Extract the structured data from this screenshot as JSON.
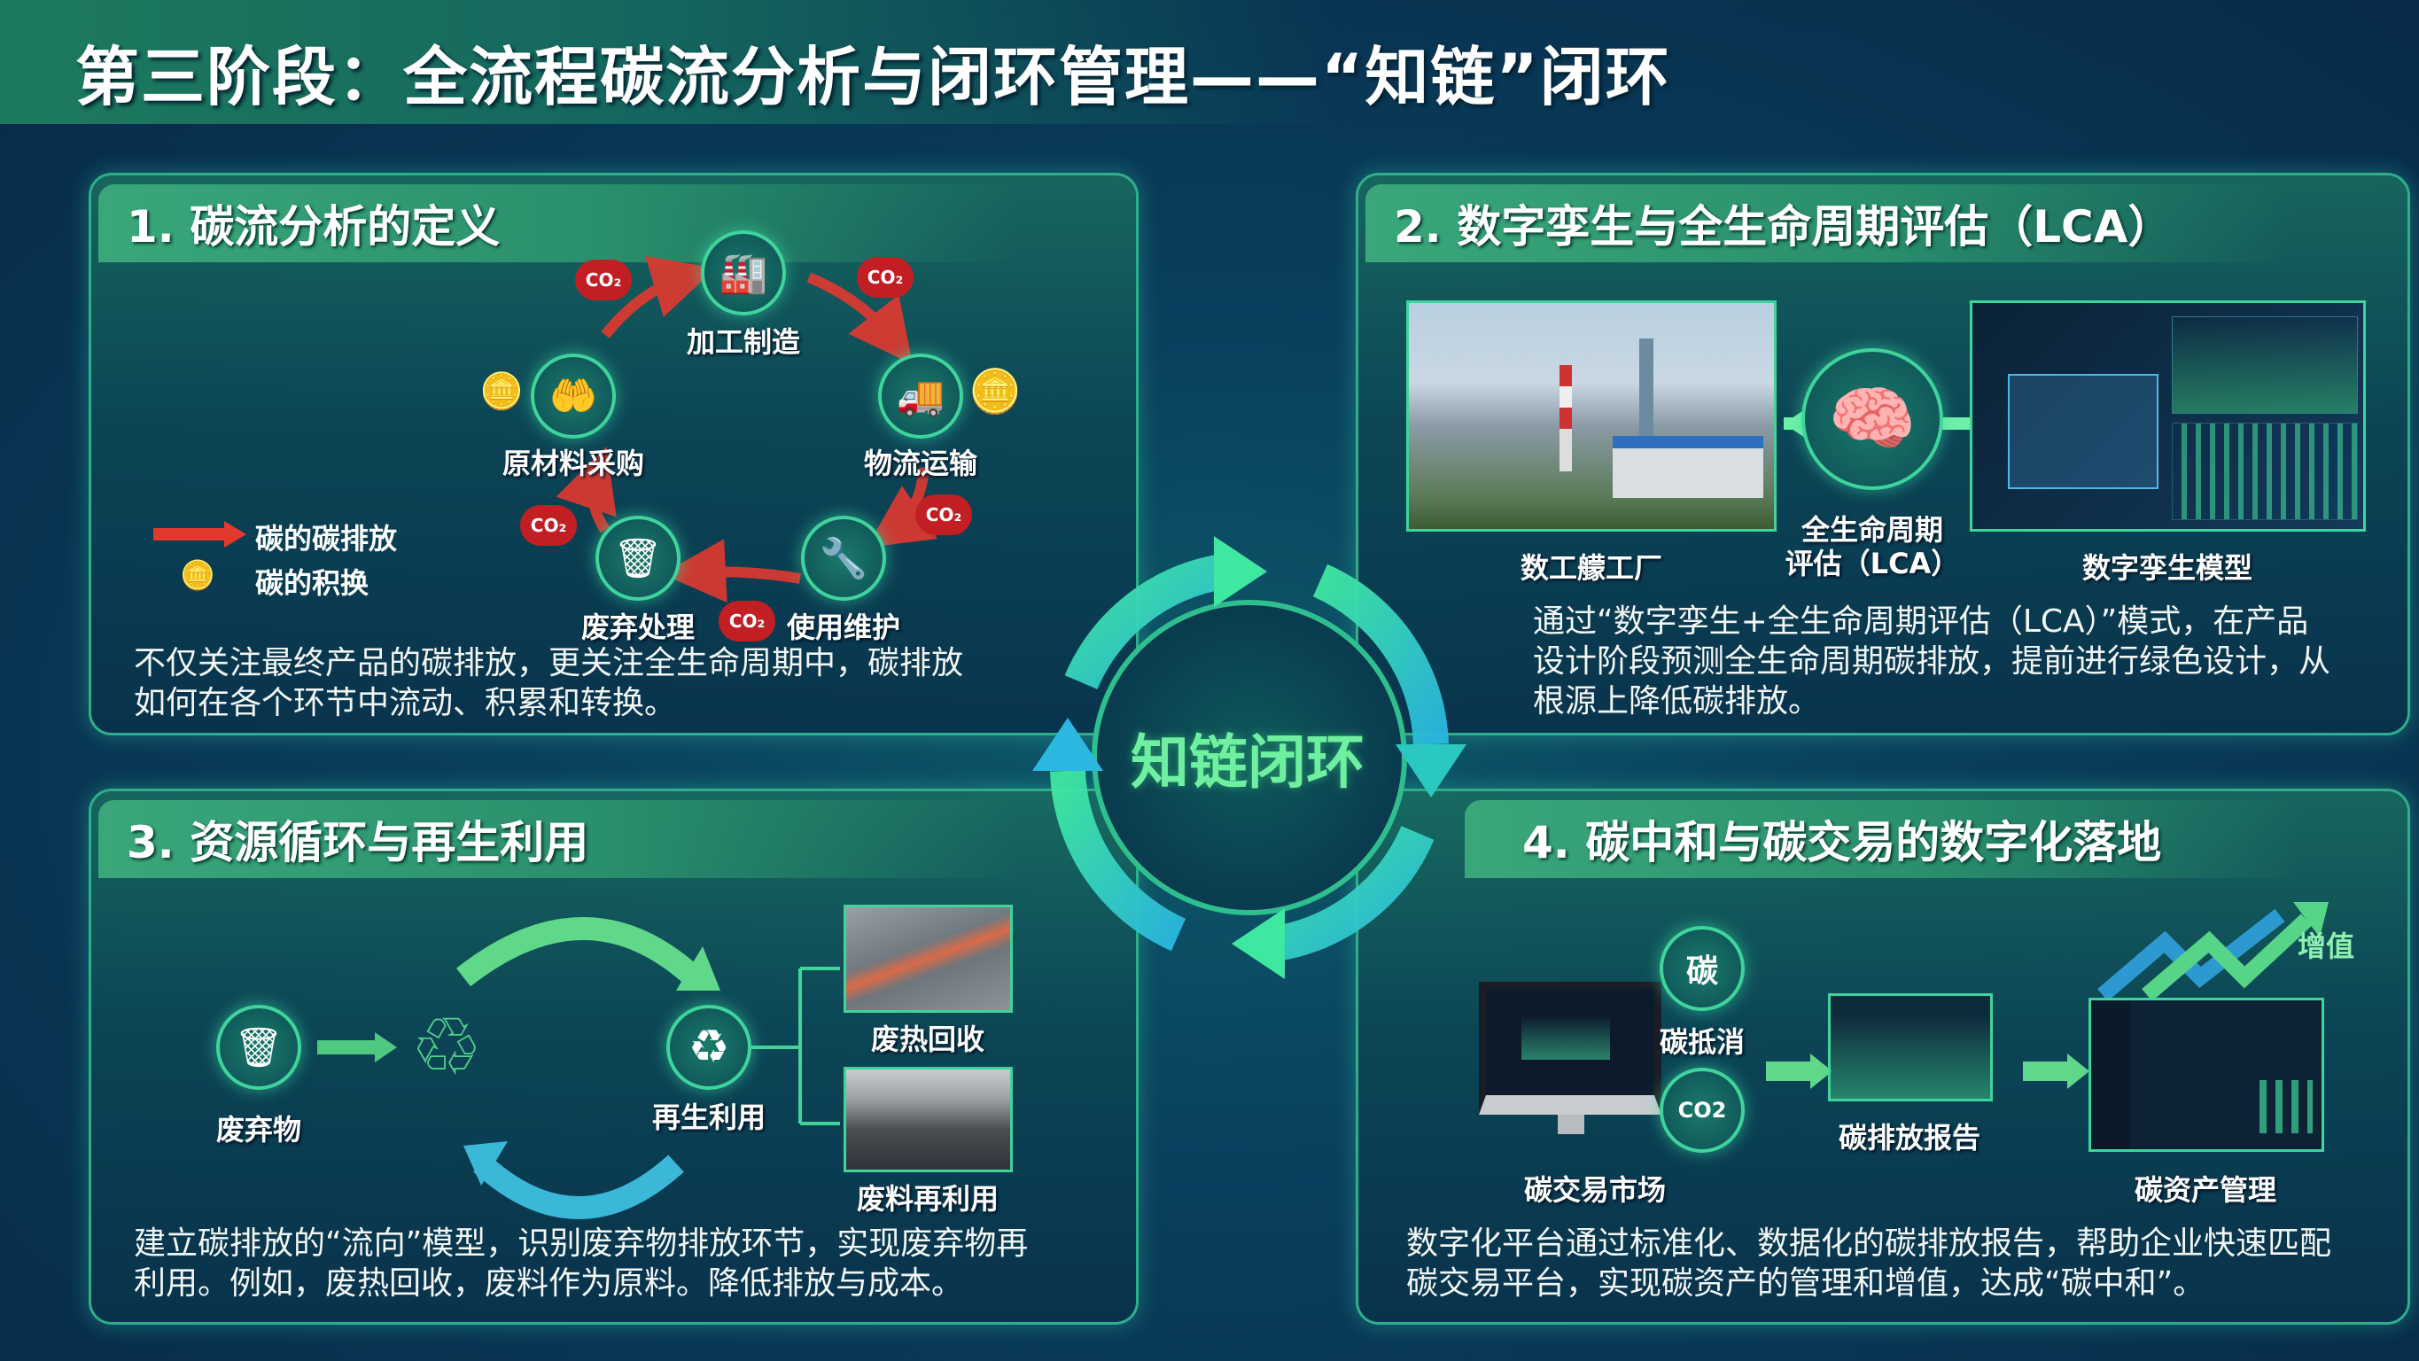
{
  "header": {
    "title": "第三阶段：全流程碳流分析与闭环管理——“知链”闭环"
  },
  "center": {
    "label": "知链闭环"
  },
  "colors": {
    "accent": "#3fd49b",
    "emission": "#e2392f",
    "background": "#0a3f5e"
  },
  "panel1": {
    "title": "1. 碳流分析的定义",
    "nodes": [
      {
        "label": "加工制造",
        "icon": "factory-icon"
      },
      {
        "label": "物流运输",
        "icon": "truck-icon"
      },
      {
        "label": "使用维护",
        "icon": "tools-icon"
      },
      {
        "label": "废弃处理",
        "icon": "trash-icon"
      },
      {
        "label": "原材料采购",
        "icon": "hand-coins-icon"
      }
    ],
    "co2": "CO₂",
    "legend": [
      {
        "label": "碳的碳排放",
        "icon": "red-arrow-icon"
      },
      {
        "label": "碳的积换",
        "icon": "coin-stack-icon"
      }
    ],
    "desc": [
      "不仅关注最终产品的碳排放，更关注全生命周期中，碳排放",
      "如何在各个环节中流动、积累和转换。"
    ]
  },
  "panel2": {
    "title": "2. 数字孪生与全生命周期评估（LCA）",
    "factory_label": "数工艨工厂",
    "lca_label": [
      "全生命周期",
      "评估（LCA）"
    ],
    "twin_label": "数字孪生模型",
    "desc": [
      "通过“数字孪生+全生命周期评估（LCA）”模式，在产品",
      "设计阶段预测全生命周期碳排放，提前进行绿色设计，从",
      "根源上降低碳排放。"
    ]
  },
  "panel3": {
    "title": "3. 资源循环与再生利用",
    "waste_label": "废弃物",
    "recycle_label": "再生利用",
    "heat_label": "废热回收",
    "material_label": "废料再利用",
    "desc": [
      "建立碳排放的“流向”模型，识别废弃物排放环节，实现废弃物再",
      "利用。例如，废热回收，废料作为原料。降低排放与成本。"
    ]
  },
  "panel4": {
    "title": "4. 碳中和与碳交易的数字化落地",
    "market_label": "碳交易市场",
    "offset_label": "碳抵消",
    "offset_glyph": "碳",
    "co2_glyph": "CO2",
    "report_label": "碳排放报告",
    "asset_label": "碳资产管理",
    "value_label": "增值",
    "desc": [
      "数字化平台通过标准化、数据化的碳排放报告，帮助企业快速匹配",
      "碳交易平台，实现碳资产的管理和增值，达成“碳中和”。"
    ]
  }
}
